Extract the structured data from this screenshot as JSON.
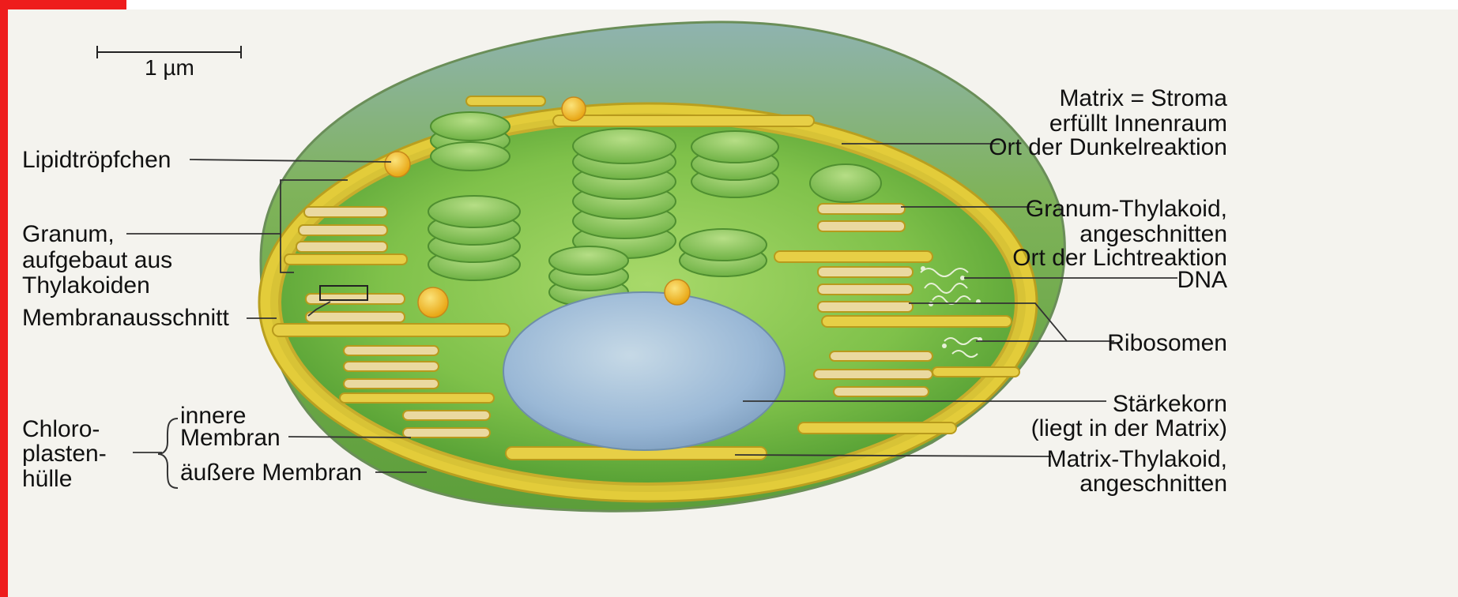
{
  "scale_bar": {
    "label": "1 µm"
  },
  "labels": {
    "lipid": "Lipidtröpfchen",
    "granum": [
      "Granum,",
      "aufgebaut aus",
      "Thylakoiden"
    ],
    "membrane_section": "Membranausschnitt",
    "envelope": [
      "Chloro-",
      "plasten-",
      "hülle"
    ],
    "inner_membrane": [
      "innere",
      "Membran"
    ],
    "outer_membrane": "äußere Membran",
    "matrix": [
      "Matrix = Stroma",
      "erfüllt Innenraum",
      "Ort der Dunkelreaktion"
    ],
    "granum_thylakoid": [
      "Granum-Thylakoid,",
      "angeschnitten",
      "Ort der Lichtreaktion"
    ],
    "dna": "DNA",
    "ribosomes": "Ribosomen",
    "starch": [
      "Stärkekorn",
      "(liegt in der Matrix)"
    ],
    "matrix_thylakoid": [
      "Matrix-Thylakoid,",
      "angeschnitten"
    ]
  },
  "colors": {
    "stroma": "#7fc14a",
    "stroma_dark": "#4f9a2e",
    "membrane_yellow": "#e6cf3e",
    "thylakoid_fill": "#e8d98e",
    "outer_blue": "#7fa8a8",
    "starch": "#9ab8d6",
    "lipid": "#f1c21b"
  }
}
